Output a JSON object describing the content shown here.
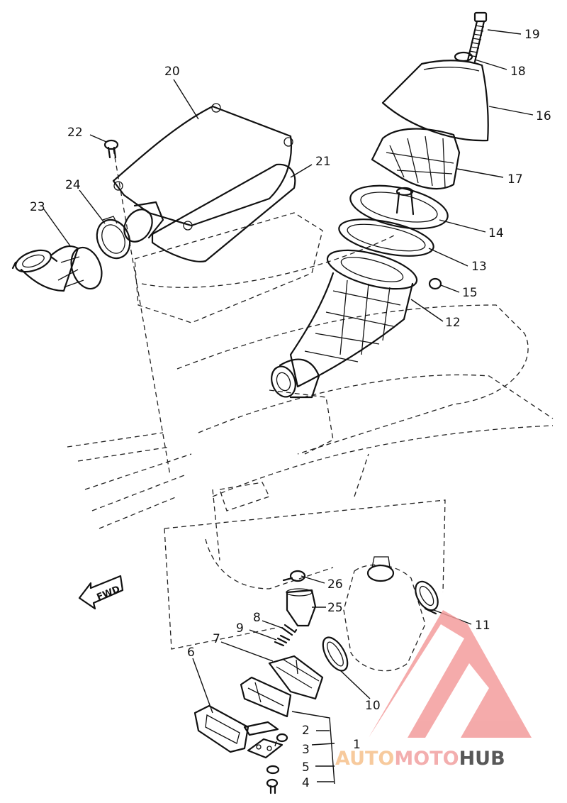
{
  "callouts": [
    {
      "id": "19",
      "label": "19"
    },
    {
      "id": "18",
      "label": "18"
    },
    {
      "id": "16",
      "label": "16"
    },
    {
      "id": "20",
      "label": "20"
    },
    {
      "id": "22",
      "label": "22"
    },
    {
      "id": "21",
      "label": "21"
    },
    {
      "id": "17",
      "label": "17"
    },
    {
      "id": "24",
      "label": "24"
    },
    {
      "id": "23",
      "label": "23"
    },
    {
      "id": "14",
      "label": "14"
    },
    {
      "id": "13",
      "label": "13"
    },
    {
      "id": "15",
      "label": "15"
    },
    {
      "id": "12",
      "label": "12"
    },
    {
      "id": "26",
      "label": "26"
    },
    {
      "id": "25",
      "label": "25"
    },
    {
      "id": "11",
      "label": "11"
    },
    {
      "id": "8",
      "label": "8"
    },
    {
      "id": "9",
      "label": "9"
    },
    {
      "id": "7",
      "label": "7"
    },
    {
      "id": "6",
      "label": "6"
    },
    {
      "id": "10",
      "label": "10"
    },
    {
      "id": "2",
      "label": "2"
    },
    {
      "id": "1",
      "label": "1"
    },
    {
      "id": "3",
      "label": "3"
    },
    {
      "id": "5",
      "label": "5"
    },
    {
      "id": "4",
      "label": "4"
    }
  ],
  "direction_badge": "FWD",
  "watermark": {
    "part1": "AUTO",
    "part2": "MOTO",
    "part3": "HUB",
    "color_part1": "#f6c18c",
    "color_part2": "#f2a1a1",
    "color_part3": "#3c3c3c",
    "logo_color": "#f39c9c"
  }
}
